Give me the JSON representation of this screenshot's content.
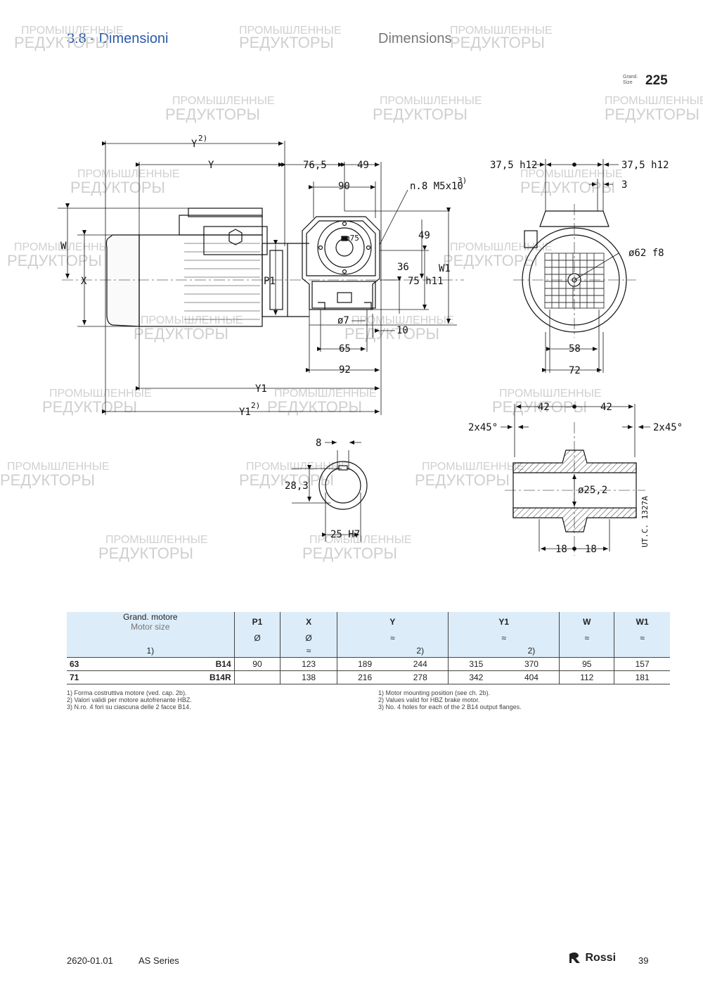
{
  "header": {
    "title_ita": "3.8 - Dimensioni",
    "title_eng": "Dimensions",
    "size_label_1": "Grand.",
    "size_label_2": "Size",
    "size_value": "225"
  },
  "drawing_labels": {
    "y_sup": "Y",
    "y": "Y",
    "d765": "76,5",
    "d49a": "49",
    "d90": "90",
    "holes": "n.8 M5x10",
    "w": "W",
    "x": "X",
    "p1": "P1",
    "phi75": "ø75",
    "d49b": "49",
    "d36": "36",
    "d75h11": "75 h11",
    "w1": "W1",
    "phi7": "ø7",
    "d10": "10",
    "d65": "65",
    "d92": "92",
    "y1": "Y1",
    "y1_sup": "Y1",
    "sup2": "2)",
    "sup3": "3)",
    "d375a": "37,5 h12",
    "d375b": "37,5 h12",
    "d3": "3",
    "phi62": "ø62 f8",
    "d58": "58",
    "d72": "72",
    "d8": "8",
    "d283": "28,3",
    "d25h7": "25 H7",
    "d42a": "42",
    "d42b": "42",
    "chamfer_a": "2x45°",
    "chamfer_b": "2x45°",
    "phi252": "ø25,2",
    "d18a": "18",
    "d18b": "18",
    "code": "UT.C. 1327A"
  },
  "watermark": {
    "line1": "ПРОМЫШЛЕННЫЕ",
    "line2": "РЕДУКТОРЫ"
  },
  "table": {
    "h_motor_ita": "Grand. motore",
    "h_motor_eng": "Motor size",
    "h_note1": "1)",
    "h_p1": "P1",
    "h_x": "X",
    "h_y": "Y",
    "h_y1": "Y1",
    "h_w": "W",
    "h_w1": "W1",
    "phi": "Ø",
    "approx": "≈",
    "note2": "2)",
    "rows": [
      {
        "size": "63",
        "form": "B14",
        "p1": "90",
        "x": "123",
        "y": "189",
        "y2": "244",
        "y1": "315",
        "y12": "370",
        "w": "95",
        "w1": "157"
      },
      {
        "size": "71",
        "form": "B14R",
        "p1": "",
        "x": "138",
        "y": "216",
        "y2": "278",
        "y1": "342",
        "y12": "404",
        "w": "112",
        "w1": "181"
      }
    ]
  },
  "footnotes": {
    "ita": [
      "1) Forma costruttiva motore (ved. cap. 2b).",
      "2) Valori validi per motore autofrenante HBZ.",
      "3) N.ro. 4 fori su ciascuna delle 2 facce B14."
    ],
    "eng": [
      "1) Motor mounting position (see ch. 2b).",
      "2) Values valid for HBZ brake motor.",
      "3) No. 4 holes for each of the 2 B14 output flanges."
    ]
  },
  "footer": {
    "doc_code": "2620-01.01",
    "series": "AS Series",
    "brand": "Rossi",
    "page": "39"
  }
}
